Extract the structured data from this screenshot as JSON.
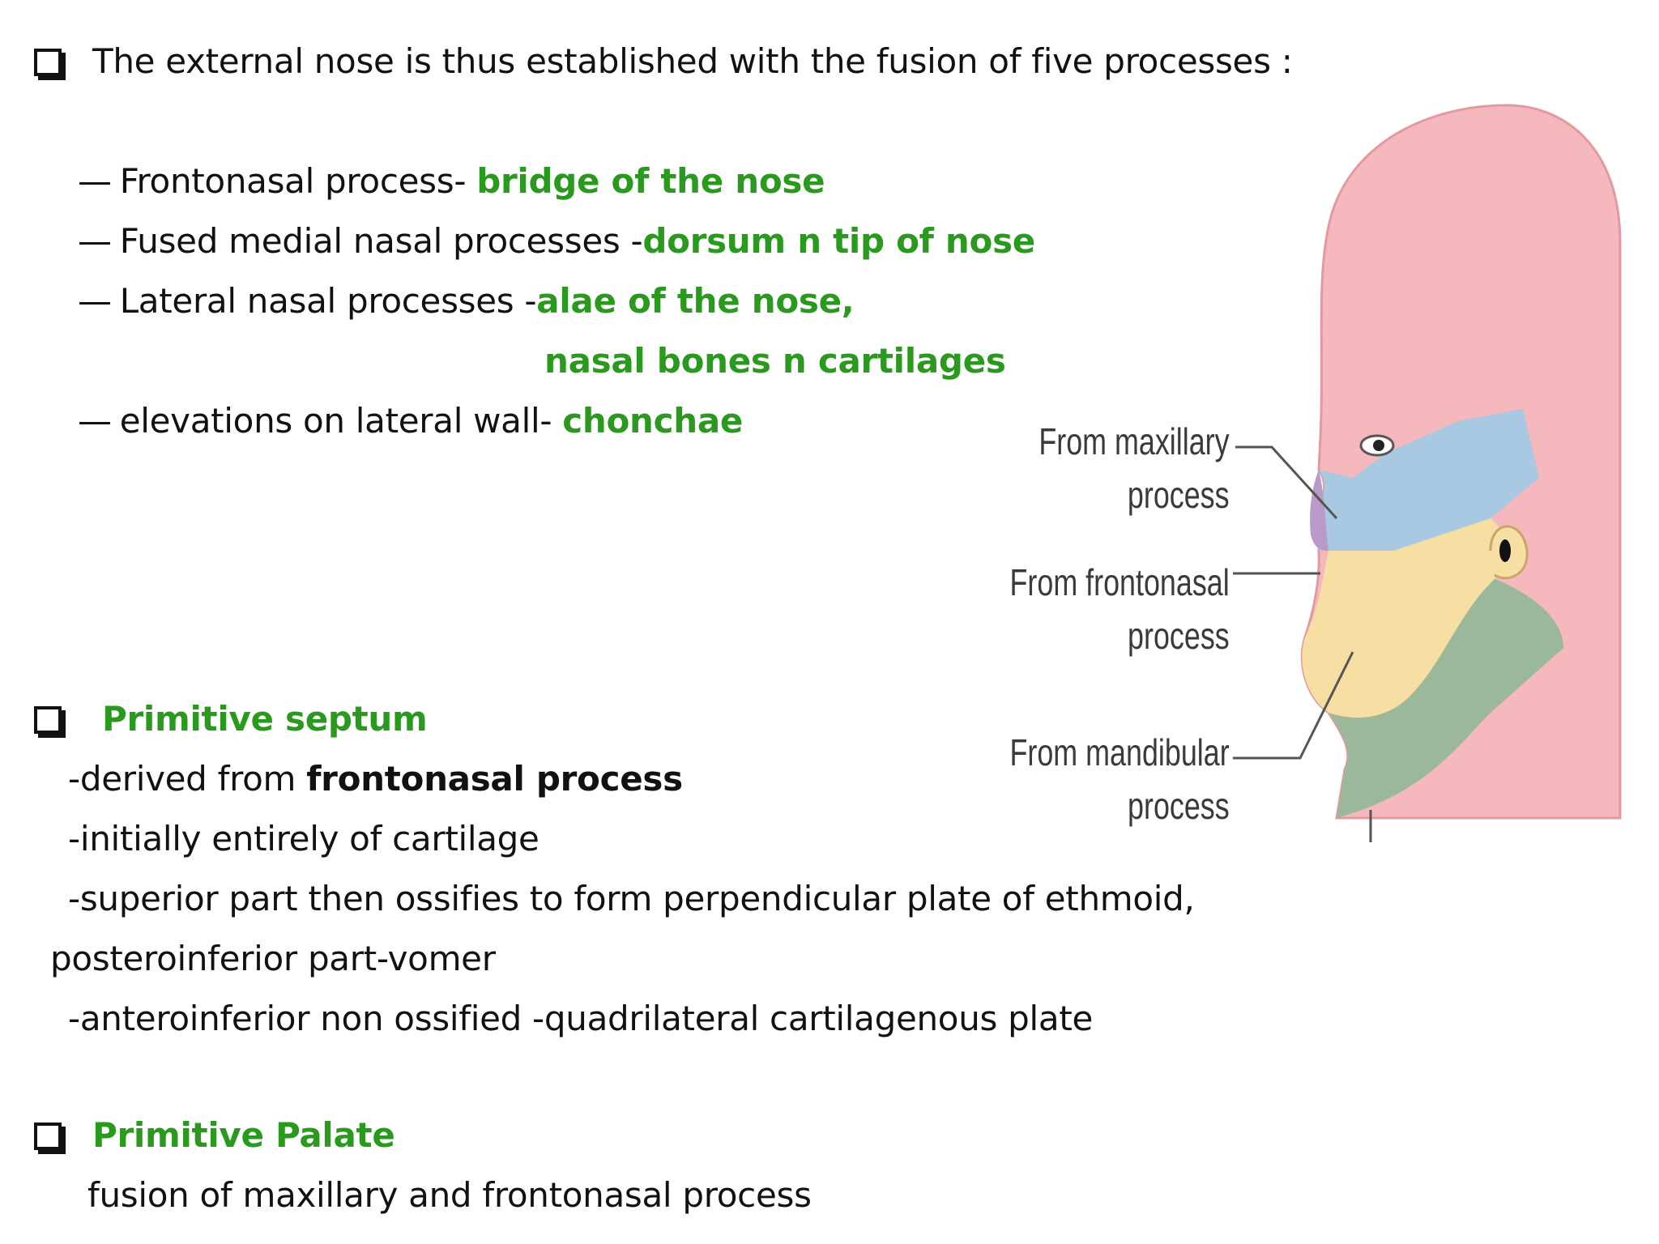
{
  "intro": {
    "text": "The external nose is thus established with the fusion of five processes :"
  },
  "processes": [
    {
      "dash": "—",
      "label": "Frontonasal process- ",
      "highlight": "bridge of the nose"
    },
    {
      "dash": "—",
      "label": "Fused medial nasal processes -",
      "highlight": "dorsum n tip of nose"
    },
    {
      "dash": "—",
      "label": "Lateral nasal processes -",
      "highlight": "alae of the nose,"
    },
    {
      "dash": "",
      "label": "",
      "highlight": "nasal bones n cartilages"
    },
    {
      "dash": "—",
      "label": "elevations on lateral wall- ",
      "highlight": "chonchae"
    }
  ],
  "septum": {
    "heading": "Primitive septum",
    "line1_prefix": "-derived from ",
    "line1_bold": "frontonasal process",
    "line2": "-initially entirely of cartilage",
    "line3": "-superior part  then ossifies to form perpendicular plate of ethmoid,",
    "line4": "posteroinferior part-vomer",
    "line5": "-anteroinferior non ossified -quadrilateral cartilagenous plate"
  },
  "palate": {
    "heading": "Primitive Palate",
    "line1": "fusion of maxillary and frontonasal process"
  },
  "figure": {
    "label_maxillary_1": "From maxillary",
    "label_maxillary_2": "process",
    "label_frontonasal_1": "From frontonasal",
    "label_frontonasal_2": "process",
    "label_mandibular_1": "From mandibular",
    "label_mandibular_2": "process"
  },
  "colors": {
    "highlight_green": "#2a9a1e",
    "head_pink": "#f4b8bd",
    "maxillary_blue": "#a9c8e2",
    "frontonasal_yellow": "#f7dfa4",
    "mandibular_green": "#9cb89a"
  }
}
